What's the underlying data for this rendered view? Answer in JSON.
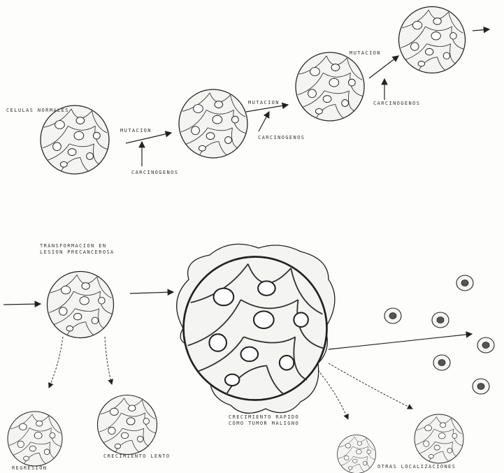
{
  "labels": {
    "normal_cells": "CELULAS NORMALES",
    "mutation_1": "MUTACION",
    "carcinogens_1": "CARCINOGENOS",
    "mutation_2": "MUTACION",
    "carcinogens_2": "CARCINOGENOS",
    "mutation_3": "MUTACION",
    "carcinogens_3": "CARCINOGENOS",
    "transformation_line1": "TRANSFORMACION EN",
    "transformation_line2": "LESION PRECANCEROSA",
    "regression": "REGRESION",
    "slow_growth": "CRECIMIENTO LENTO",
    "rapid_growth_line1": "CRECIMIENTO RAPIDO",
    "rapid_growth_line2": "COMO TUMOR MALIGNO",
    "other_locations": "OTRAS LOCALIZACIONES"
  }
}
